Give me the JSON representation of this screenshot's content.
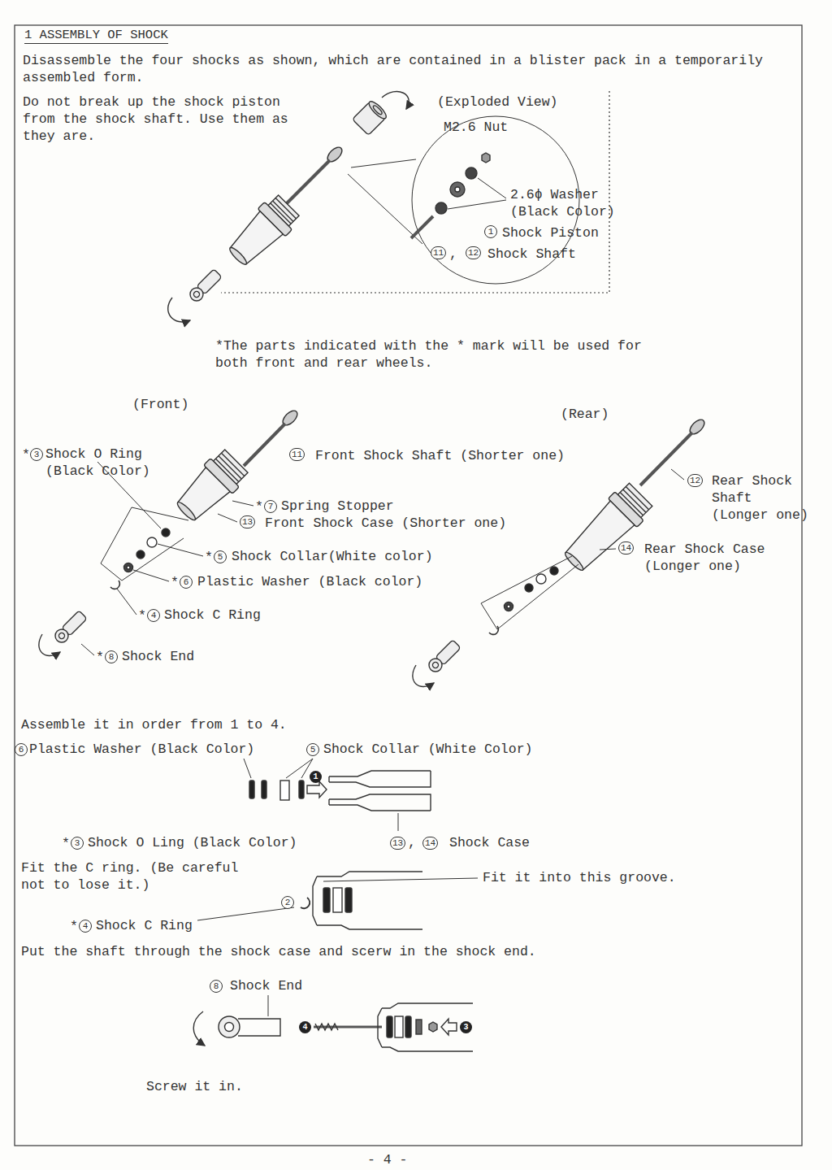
{
  "diagram": {
    "title": "1 ASSEMBLY OF SHOCK",
    "labels": [
      "Disassemble the four shocks as shown, which are contained in a blister pack in a temporarily assembled form.",
      "Do not break up the shock piston from the shock shaft. Use them as they are.",
      "(Exploded View)",
      "M2.6 Nut",
      "2.6ϕ Washer (Black Color)",
      "1",
      "Shock Piston",
      "11",
      ",",
      "12",
      "Shock Shaft",
      "*The parts indicated with the * mark will be used for both front and rear wheels.",
      "(Front)",
      "(Rear)",
      "*",
      "3",
      "Shock O Ring (Black Color)",
      "11",
      "Front Shock Shaft (Shorter one)",
      "12",
      "Rear Shock Shaft (Longer one)",
      "*",
      "7",
      "Spring Stopper",
      "13",
      "Front Shock Case (Shorter one)",
      "14",
      "Rear Shock Case (Longer one)",
      "*",
      "5",
      "Shock Collar(White color)",
      "*",
      "6",
      "Plastic Washer (Black color)",
      "*",
      "4",
      "Shock C Ring",
      "*",
      "8",
      "Shock End",
      "Assemble it in order from 1 to 4.",
      "6",
      "Plastic Washer (Black Color)",
      "5",
      "Shock Collar (White Color)",
      "1",
      "*",
      "3",
      "Shock O Ling (Black Color)",
      "13",
      ",",
      "14",
      "Shock Case",
      "Fit the C ring. (Be careful not to lose it.)",
      "Fit it into this groove.",
      "2",
      "*",
      "4",
      "Shock C Ring",
      "Put the shaft through the shock case and scerw in the shock end.",
      "8",
      "Shock End",
      "4",
      "3",
      "Screw it in.",
      "- 4 -"
    ]
  }
}
